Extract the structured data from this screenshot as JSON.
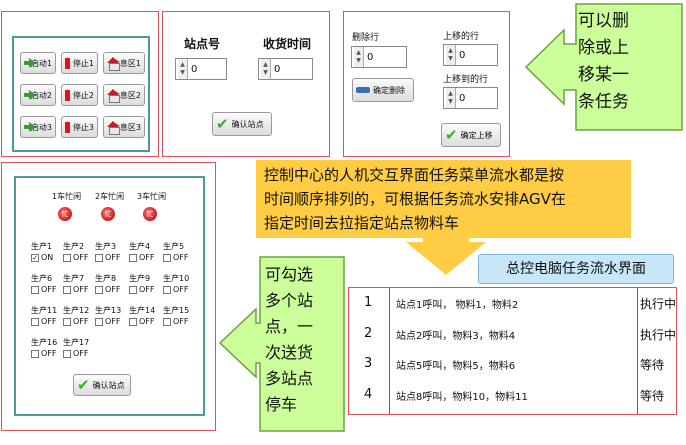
{
  "panel1": {
    "rows": [
      {
        "start": "启动1",
        "stop": "停止1",
        "rest": "休息区1"
      },
      {
        "start": "启动2",
        "stop": "停止2",
        "rest": "休息区2"
      },
      {
        "start": "启动3",
        "stop": "停止3",
        "rest": "休息区3"
      }
    ]
  },
  "panel2": {
    "station_label": "站点号",
    "time_label": "收货时间",
    "station_value": "0",
    "time_value": "0",
    "confirm_label": "确认站点"
  },
  "panel3": {
    "delete_label": "删除行",
    "delete_value": "0",
    "delete_button": "确定删除",
    "moveup_label": "上移的行",
    "moveup_value": "0",
    "moveto_label": "上移到的行",
    "moveto_value": "0",
    "moveup_button": "确定上移"
  },
  "callout_top": {
    "lines": [
      "可以删",
      "除或上",
      "移某一",
      "条任务"
    ]
  },
  "banner": {
    "lines": [
      "控制中心的人机交互界面任务菜单流水都是按",
      "时间顺序排列的，可根据任务流水安排AGV在",
      "指定时间去拉指定站点物料车"
    ]
  },
  "panel4": {
    "lamps": [
      {
        "label": "1车忙闲",
        "text": "忙"
      },
      {
        "label": "2车忙闲",
        "text": "忙"
      },
      {
        "label": "3车忙闲",
        "text": "忙"
      }
    ],
    "productions": [
      {
        "name": "生产1",
        "state": "ON",
        "checked": "✓"
      },
      {
        "name": "生产2",
        "state": "OFF",
        "checked": ""
      },
      {
        "name": "生产3",
        "state": "OFF",
        "checked": ""
      },
      {
        "name": "生产4",
        "state": "OFF",
        "checked": ""
      },
      {
        "name": "生产5",
        "state": "OFF",
        "checked": ""
      },
      {
        "name": "生产6",
        "state": "OFF",
        "checked": ""
      },
      {
        "name": "生产7",
        "state": "OFF",
        "checked": ""
      },
      {
        "name": "生产8",
        "state": "OFF",
        "checked": ""
      },
      {
        "name": "生产9",
        "state": "OFF",
        "checked": ""
      },
      {
        "name": "生产10",
        "state": "OFF",
        "checked": ""
      },
      {
        "name": "生产11",
        "state": "OFF",
        "checked": ""
      },
      {
        "name": "生产12",
        "state": "OFF",
        "checked": ""
      },
      {
        "name": "生产13",
        "state": "OFF",
        "checked": ""
      },
      {
        "name": "生产14",
        "state": "OFF",
        "checked": ""
      },
      {
        "name": "生产15",
        "state": "OFF",
        "checked": ""
      },
      {
        "name": "生产16",
        "state": "OFF",
        "checked": ""
      },
      {
        "name": "生产17",
        "state": "OFF",
        "checked": ""
      }
    ],
    "confirm_label": "确认站点"
  },
  "callout_bottom": {
    "lines": [
      "可勾选",
      "多个站",
      "点，一",
      "次送货",
      "多站点",
      "停车"
    ]
  },
  "task_title": "总控电脑任务流水界面",
  "tasks": [
    {
      "no": "1",
      "desc": "站点1呼叫， 物料1，物料2",
      "status": "执行中"
    },
    {
      "no": "2",
      "desc": "站点2呼叫，物料3，物料4",
      "status": "执行中"
    },
    {
      "no": "3",
      "desc": "站点5呼叫，物料5，物料6",
      "status": "等待"
    },
    {
      "no": "4",
      "desc": "站点8呼叫，物料10，物料11",
      "status": "等待"
    }
  ]
}
